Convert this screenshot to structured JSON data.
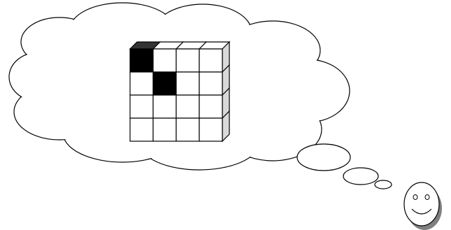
{
  "diagram": {
    "grid": {
      "rows": 4,
      "cols": 4,
      "filled_cells": [
        {
          "row": 0,
          "col": 0
        },
        {
          "row": 1,
          "col": 1
        }
      ],
      "colors": {
        "filled": "#000000",
        "empty": "#ffffff",
        "top_face": "#ffffff",
        "top_face_filled": "#333333",
        "side_face": "#d9d9d9",
        "stroke": "#000000"
      }
    },
    "cloud": {
      "fill": "#ffffff",
      "stroke": "#000000"
    },
    "thought_bubbles": {
      "count": 3,
      "fill": "#ffffff",
      "stroke": "#000000"
    },
    "smiley": {
      "face_fill": "#ffffff",
      "shadow": "#7f7f7f",
      "stroke": "#000000"
    }
  }
}
